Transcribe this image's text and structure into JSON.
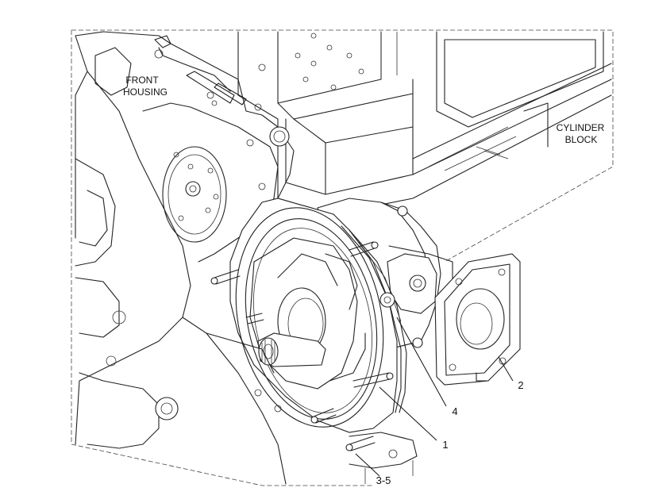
{
  "labels": {
    "front_housing_line1": "FRONT",
    "front_housing_line2": "HOUSING",
    "cylinder_block_line1": "CYLINDER",
    "cylinder_block_line2": "BLOCK"
  },
  "callouts": {
    "c1": "1",
    "c2": "2",
    "c3_5": "3-5",
    "c4": "4"
  }
}
